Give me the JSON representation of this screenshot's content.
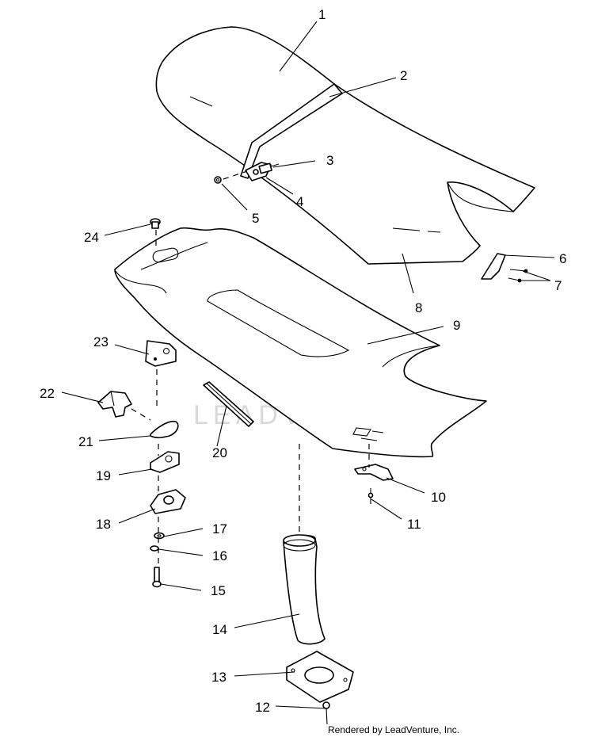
{
  "callouts": {
    "c1": "1",
    "c2": "2",
    "c3": "3",
    "c4": "4",
    "c5": "5",
    "c6": "6",
    "c7": "7",
    "c8": "8",
    "c9": "9",
    "c10": "10",
    "c11": "11",
    "c12": "12",
    "c13": "13",
    "c14": "14",
    "c15": "15",
    "c16": "16",
    "c17": "17",
    "c18": "18",
    "c19": "19",
    "c20": "20",
    "c21": "21",
    "c22": "22",
    "c23": "23",
    "c24": "24"
  },
  "watermark": "LEADVENTURE",
  "credit": "Rendered by LeadVenture, Inc."
}
